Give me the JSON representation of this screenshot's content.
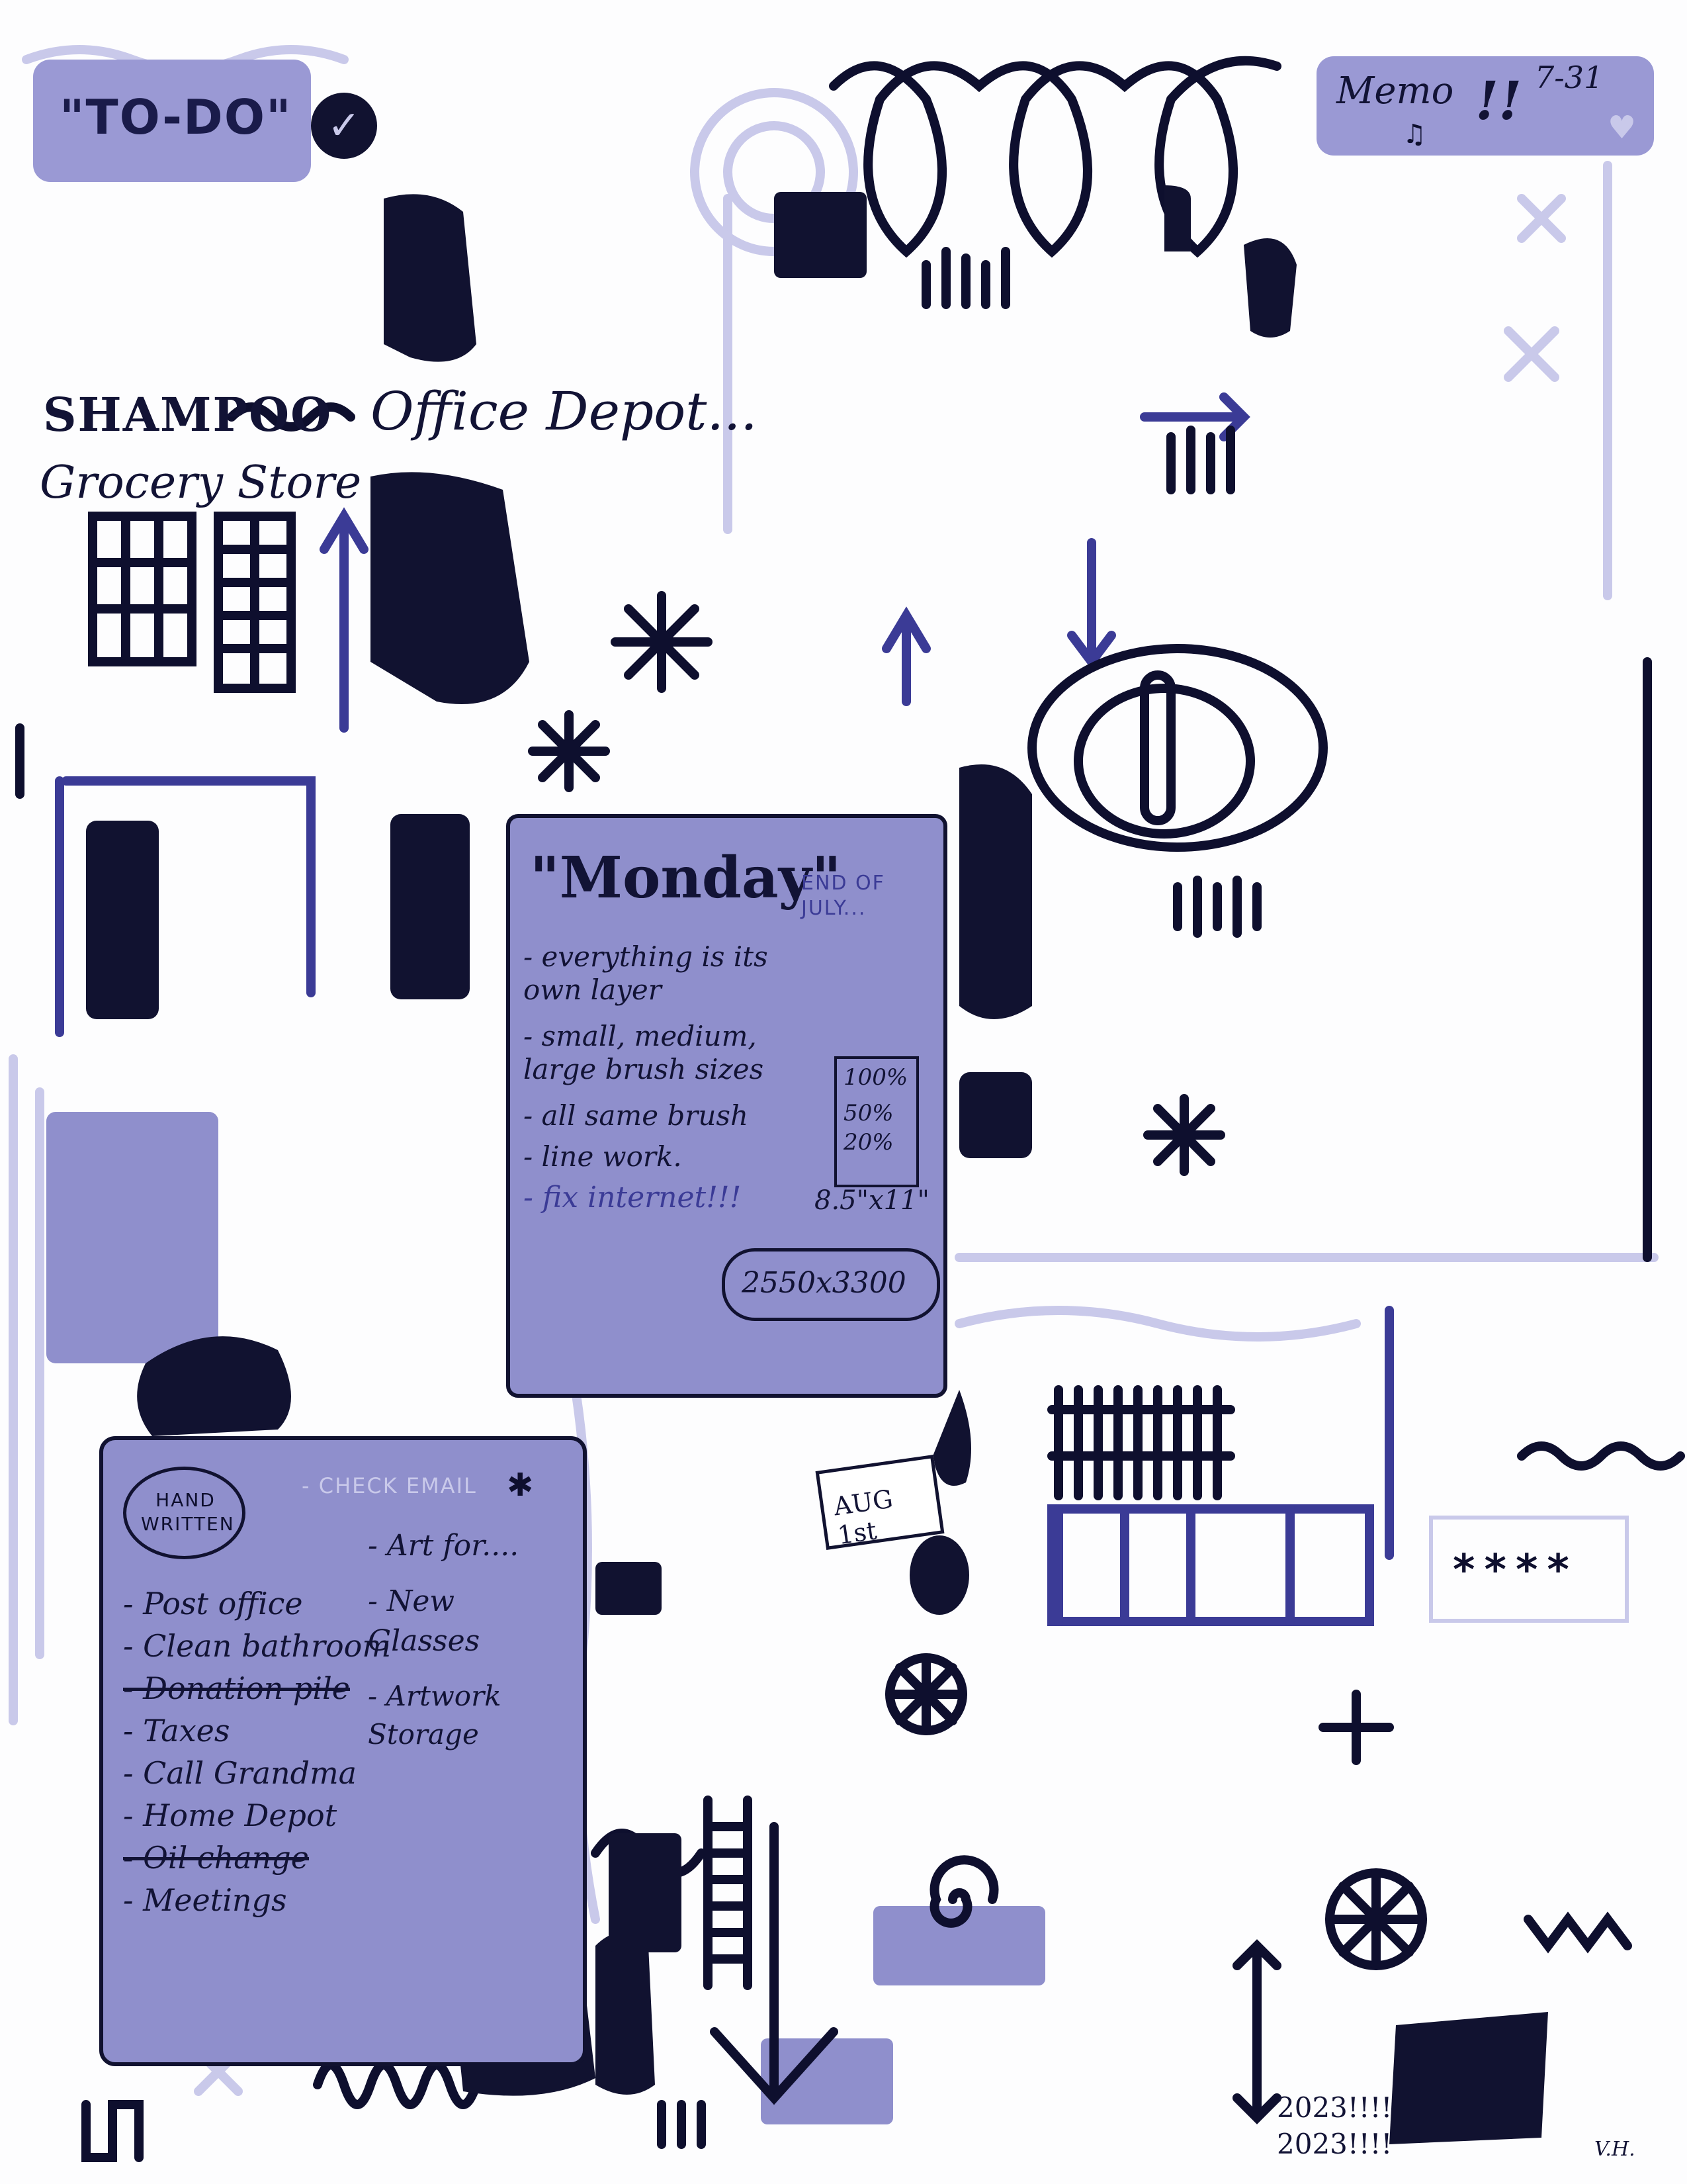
{
  "todo_tag": {
    "label": "\"TO-DO\""
  },
  "memo_tag": {
    "label": "Memo",
    "date": "7-31",
    "exclaim": "!!"
  },
  "top_left_notes": {
    "shampoo": "SHAMPOO",
    "office": "Office Depot...",
    "grocery": "Grocery Store"
  },
  "monday_note": {
    "title": "\"Monday\"",
    "subtitle": "END OF JULY...",
    "items": [
      "- everything is its own layer",
      "- small, medium, large brush sizes",
      "- all same brush",
      "- line work.",
      "- fix internet!!!"
    ],
    "percents": [
      "100%",
      "50%",
      "20%"
    ],
    "paper_size": "8.5\"x11\"",
    "canvas_size": "2550x3300"
  },
  "handwritten_note": {
    "bubble": "HAND WRITTEN",
    "check_email": "- CHECK EMAIL",
    "left_items": [
      {
        "text": "- Post office",
        "struck": false
      },
      {
        "text": "- Clean bathroom",
        "struck": false
      },
      {
        "text": "- Donation pile",
        "struck": true
      },
      {
        "text": "- Taxes",
        "struck": false
      },
      {
        "text": "- Call Grandma",
        "struck": false
      },
      {
        "text": "- Home Depot",
        "struck": false
      },
      {
        "text": "- Oil change",
        "struck": true
      },
      {
        "text": "- Meetings",
        "struck": false
      }
    ],
    "right_items": [
      "- Art for....",
      "- New Glasses",
      "- Artwork Storage"
    ]
  },
  "misc_labels": {
    "aug": "AUG 1st",
    "year1": "2023!!!!",
    "year2": "2023!!!!",
    "stars": "****",
    "signature": "V.H."
  },
  "colors": {
    "navy": "#111230",
    "periwinkle": "#8f8fcc",
    "lavender": "#c9c9ea",
    "blue": "#3b3b96"
  }
}
